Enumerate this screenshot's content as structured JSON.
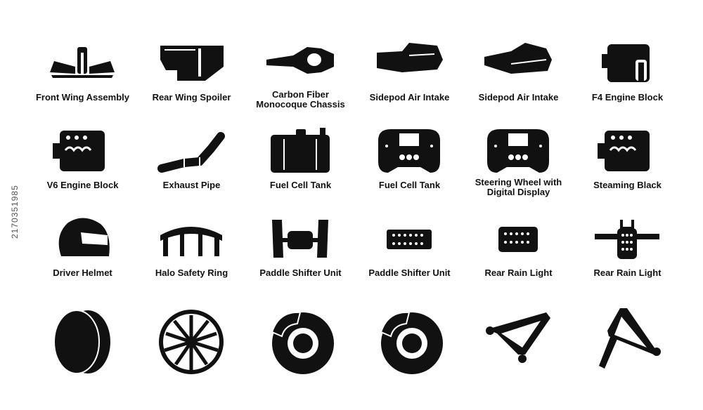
{
  "icons": [
    {
      "label": "Front Wing Assembly",
      "icon": "front-wing-icon"
    },
    {
      "label": "Rear Wing Spoiler",
      "icon": "rear-wing-icon"
    },
    {
      "label": "Carbon Fiber\nMonocoque Chassis",
      "icon": "chassis-icon"
    },
    {
      "label": "Sidepod Air Intake",
      "icon": "sidepod-icon"
    },
    {
      "label": "Sidepod Air Intake",
      "icon": "sidepod-icon"
    },
    {
      "label": "F4 Engine Block",
      "icon": "engine-icon"
    },
    {
      "label": "V6 Engine Block",
      "icon": "engine-icon"
    },
    {
      "label": "Exhaust Pipe",
      "icon": "exhaust-pipe-icon"
    },
    {
      "label": "Fuel Cell Tank",
      "icon": "fuel-tank-icon"
    },
    {
      "label": "Fuel Cell Tank",
      "icon": "steering-wheel-icon"
    },
    {
      "label": "Steering Wheel with\nDigital Display",
      "icon": "steering-wheel-icon"
    },
    {
      "label": "Steaming Black",
      "icon": "engine-icon"
    },
    {
      "label": "Driver Helmet",
      "icon": "helmet-icon"
    },
    {
      "label": "Halo Safety Ring",
      "icon": "halo-icon"
    },
    {
      "label": "Paddle Shifter Unit",
      "icon": "paddle-shifter-icon"
    },
    {
      "label": "Paddle Shifter Unit",
      "icon": "led-panel-icon"
    },
    {
      "label": "Rear Rain Light",
      "icon": "rain-light-icon"
    },
    {
      "label": "Rear Rain Light",
      "icon": "rain-light-mount-icon"
    },
    {
      "label": "",
      "icon": "tire-icon"
    },
    {
      "label": "",
      "icon": "wheel-rim-icon"
    },
    {
      "label": "",
      "icon": "brake-disc-icon"
    },
    {
      "label": "",
      "icon": "brake-disc-icon"
    },
    {
      "label": "",
      "icon": "suspension-arm-icon"
    },
    {
      "label": "",
      "icon": "suspension-wishbone-icon"
    }
  ],
  "side_id": "2170351985",
  "colors": {
    "icon": "#111111",
    "background": "#ffffff"
  }
}
